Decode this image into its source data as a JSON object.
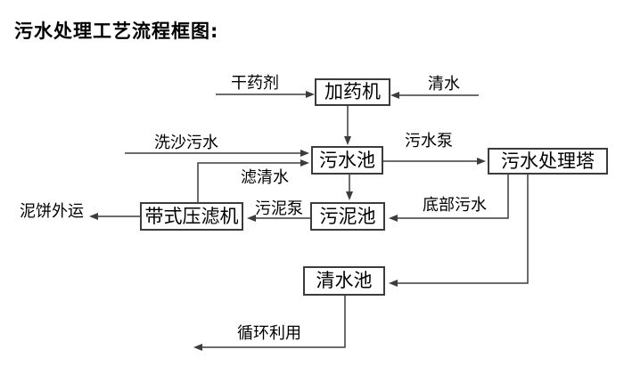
{
  "title": "污水处理工艺流程框图:",
  "nodes": {
    "dosing_machine": "加药机",
    "sewage_pool": "污水池",
    "treatment_tower": "污水处理塔",
    "sludge_pool": "污泥池",
    "belt_filter_press": "带式压滤机",
    "clean_water_pool": "清水池"
  },
  "flow_labels": {
    "dry_agent": "干药剂",
    "clean_water": "清水",
    "sand_washing_sewage": "洗沙污水",
    "sewage_pump": "污水泵",
    "filtered_water": "滤清水",
    "sludge_pump": "污泥泵",
    "bottom_sewage": "底部污水",
    "mud_cake_outbound": "泥饼外运",
    "recycling": "循环利用"
  },
  "colors": {
    "line": "#3c3c3c",
    "text": "#000000",
    "background": "#ffffff"
  }
}
